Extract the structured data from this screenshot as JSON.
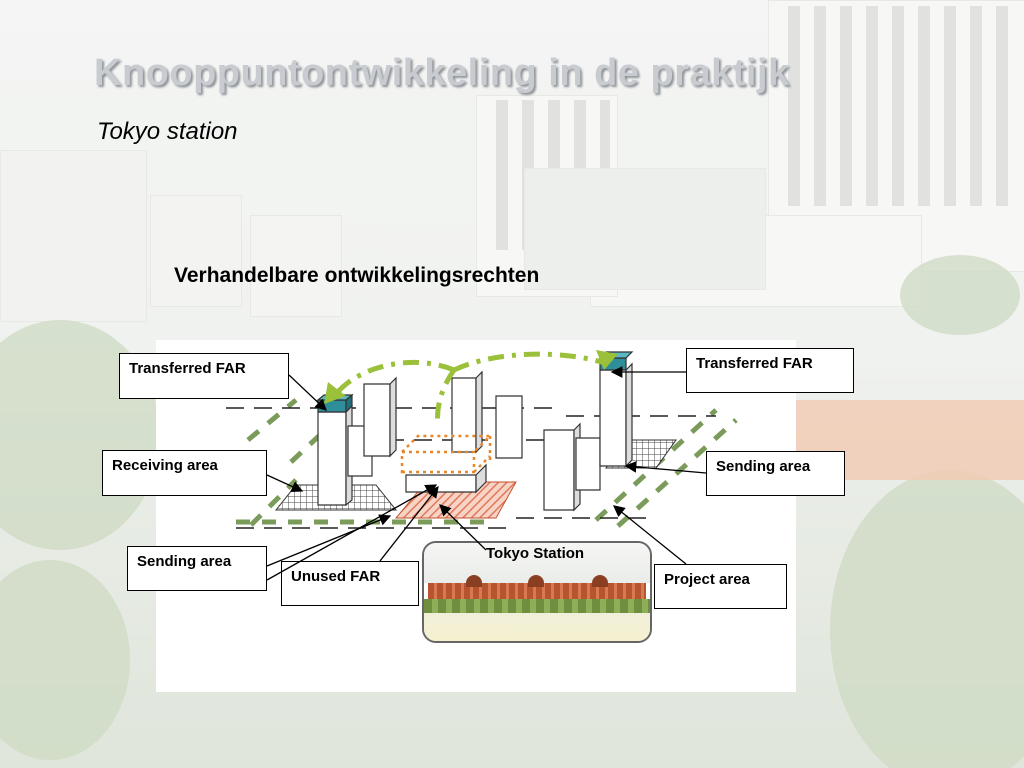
{
  "slide": {
    "title": "Knooppuntontwikkeling in de praktijk",
    "subtitle": "Tokyo station",
    "heading": "Verhandelbare ontwikkelingsrechten"
  },
  "diagram": {
    "labels": {
      "transferred_far_left": "Transferred FAR",
      "transferred_far_right": "Transferred FAR",
      "receiving_area": "Receiving area",
      "sending_area_right": "Sending area",
      "sending_area_left": "Sending area",
      "unused_far": "Unused FAR",
      "tokyo_station": "Tokyo Station",
      "project_area": "Project area"
    },
    "colors": {
      "transfer_arrow": "#9bc13b",
      "far_block": "#2e8e9a",
      "sending_hatch": "#e07a5f",
      "unused_far_outline": "#e8862a",
      "street_dash": "#7a9b5a"
    }
  }
}
